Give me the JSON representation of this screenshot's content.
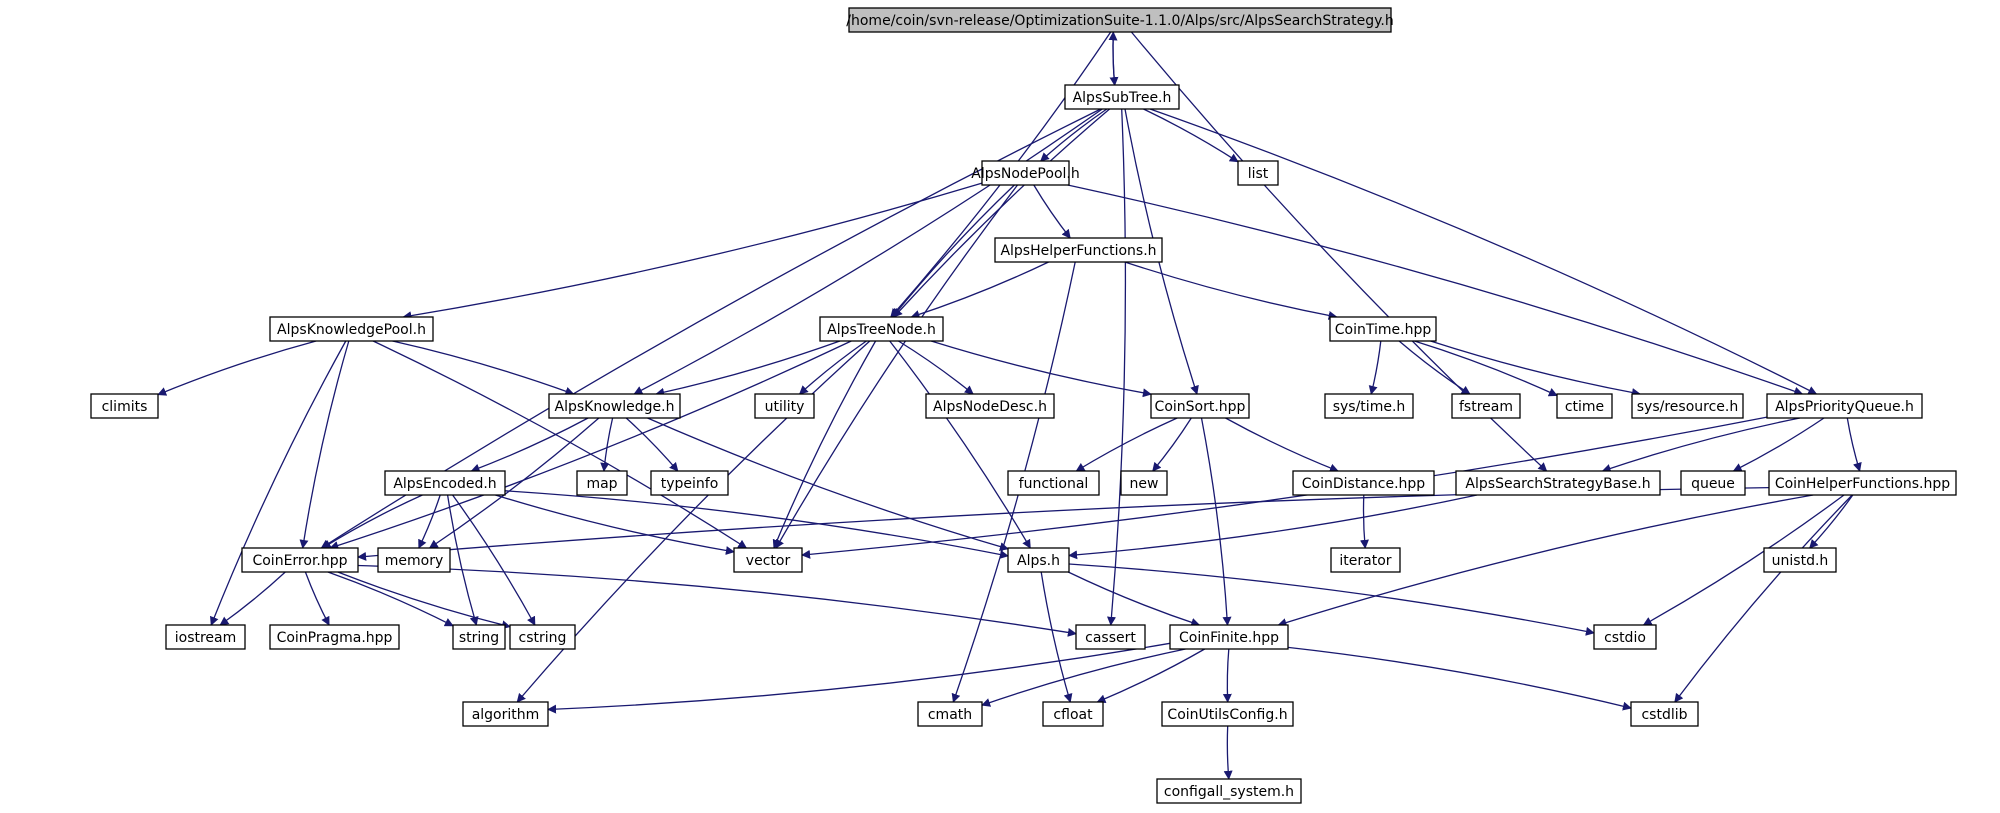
{
  "diagram": {
    "title": "",
    "colors": {
      "edge": "#191970",
      "root_fill": "#bfbfbf",
      "local_stroke": "#000000",
      "system_stroke": "#bfbfbf"
    },
    "nodes": [
      {
        "id": "root",
        "label": "/home/coin/svn-release/OptimizationSuite-1.1.0/Alps/src/AlpsSearchStrategy.h",
        "kind": "root"
      },
      {
        "id": "alpssubtree",
        "label": "AlpsSubTree.h",
        "kind": "local"
      },
      {
        "id": "alpsnodepool",
        "label": "AlpsNodePool.h",
        "kind": "local"
      },
      {
        "id": "list",
        "label": "list",
        "kind": "system"
      },
      {
        "id": "alpshelper",
        "label": "AlpsHelperFunctions.h",
        "kind": "local"
      },
      {
        "id": "alpsknowledgepool",
        "label": "AlpsKnowledgePool.h",
        "kind": "local"
      },
      {
        "id": "alpstreenode",
        "label": "AlpsTreeNode.h",
        "kind": "local"
      },
      {
        "id": "cointime",
        "label": "CoinTime.hpp",
        "kind": "local"
      },
      {
        "id": "climits",
        "label": "climits",
        "kind": "system"
      },
      {
        "id": "alpsknowledge",
        "label": "AlpsKnowledge.h",
        "kind": "local"
      },
      {
        "id": "utility",
        "label": "utility",
        "kind": "system"
      },
      {
        "id": "alpsnodedesc",
        "label": "AlpsNodeDesc.h",
        "kind": "local"
      },
      {
        "id": "coinsort",
        "label": "CoinSort.hpp",
        "kind": "local"
      },
      {
        "id": "systime",
        "label": "sys/time.h",
        "kind": "system"
      },
      {
        "id": "fstream",
        "label": "fstream",
        "kind": "system"
      },
      {
        "id": "ctime",
        "label": "ctime",
        "kind": "system"
      },
      {
        "id": "sysresource",
        "label": "sys/resource.h",
        "kind": "system"
      },
      {
        "id": "alpspq",
        "label": "AlpsPriorityQueue.h",
        "kind": "local"
      },
      {
        "id": "alpsencoded",
        "label": "AlpsEncoded.h",
        "kind": "local"
      },
      {
        "id": "map",
        "label": "map",
        "kind": "system"
      },
      {
        "id": "typeinfo",
        "label": "typeinfo",
        "kind": "system"
      },
      {
        "id": "functional",
        "label": "functional",
        "kind": "system"
      },
      {
        "id": "new",
        "label": "new",
        "kind": "system"
      },
      {
        "id": "coindistance",
        "label": "CoinDistance.hpp",
        "kind": "local"
      },
      {
        "id": "alpsssb",
        "label": "AlpsSearchStrategyBase.h",
        "kind": "local"
      },
      {
        "id": "queue",
        "label": "queue",
        "kind": "system"
      },
      {
        "id": "coinhelper",
        "label": "CoinHelperFunctions.hpp",
        "kind": "local"
      },
      {
        "id": "coinerror",
        "label": "CoinError.hpp",
        "kind": "local"
      },
      {
        "id": "memory",
        "label": "memory",
        "kind": "system"
      },
      {
        "id": "vector",
        "label": "vector",
        "kind": "system"
      },
      {
        "id": "iterator",
        "label": "iterator",
        "kind": "system"
      },
      {
        "id": "alpsh",
        "label": "Alps.h",
        "kind": "local"
      },
      {
        "id": "unistd",
        "label": "unistd.h",
        "kind": "system"
      },
      {
        "id": "iostream",
        "label": "iostream",
        "kind": "system"
      },
      {
        "id": "coinpragma",
        "label": "CoinPragma.hpp",
        "kind": "local"
      },
      {
        "id": "string",
        "label": "string",
        "kind": "system"
      },
      {
        "id": "cstring",
        "label": "cstring",
        "kind": "system"
      },
      {
        "id": "cassert",
        "label": "cassert",
        "kind": "system"
      },
      {
        "id": "coinfinite",
        "label": "CoinFinite.hpp",
        "kind": "local"
      },
      {
        "id": "cstdio",
        "label": "cstdio",
        "kind": "system"
      },
      {
        "id": "algorithm",
        "label": "algorithm",
        "kind": "system"
      },
      {
        "id": "cmath",
        "label": "cmath",
        "kind": "system"
      },
      {
        "id": "cfloat",
        "label": "cfloat",
        "kind": "system"
      },
      {
        "id": "coinutilsconfig",
        "label": "CoinUtilsConfig.h",
        "kind": "local"
      },
      {
        "id": "cstdlib",
        "label": "cstdlib",
        "kind": "system"
      },
      {
        "id": "configall",
        "label": "configall_system.h",
        "kind": "local"
      }
    ],
    "edges": [
      [
        "root",
        "alpssubtree"
      ],
      [
        "root",
        "alpstreenode"
      ],
      [
        "root",
        "alpsssb"
      ],
      [
        "alpssubtree",
        "root"
      ],
      [
        "alpssubtree",
        "alpsnodepool"
      ],
      [
        "alpssubtree",
        "list"
      ],
      [
        "alpssubtree",
        "alpstreenode"
      ],
      [
        "alpssubtree",
        "alpsknowledge"
      ],
      [
        "alpssubtree",
        "coinsort"
      ],
      [
        "alpssubtree",
        "alpspq"
      ],
      [
        "alpssubtree",
        "coinerror"
      ],
      [
        "alpssubtree",
        "cassert"
      ],
      [
        "alpsnodepool",
        "alpshelper"
      ],
      [
        "alpsnodepool",
        "alpsknowledgepool"
      ],
      [
        "alpsnodepool",
        "alpstreenode"
      ],
      [
        "alpsnodepool",
        "alpspq"
      ],
      [
        "alpsnodepool",
        "vector"
      ],
      [
        "alpshelper",
        "alpstreenode"
      ],
      [
        "alpshelper",
        "cointime"
      ],
      [
        "alpshelper",
        "cmath"
      ],
      [
        "alpsknowledgepool",
        "climits"
      ],
      [
        "alpsknowledgepool",
        "alpsknowledge"
      ],
      [
        "alpsknowledgepool",
        "coinerror"
      ],
      [
        "alpsknowledgepool",
        "vector"
      ],
      [
        "alpsknowledgepool",
        "iostream"
      ],
      [
        "alpstreenode",
        "alpsknowledge"
      ],
      [
        "alpstreenode",
        "utility"
      ],
      [
        "alpstreenode",
        "alpsnodedesc"
      ],
      [
        "alpstreenode",
        "coinsort"
      ],
      [
        "alpstreenode",
        "alpsh"
      ],
      [
        "alpstreenode",
        "vector"
      ],
      [
        "alpstreenode",
        "coinerror"
      ],
      [
        "alpstreenode",
        "algorithm"
      ],
      [
        "cointime",
        "systime"
      ],
      [
        "cointime",
        "fstream"
      ],
      [
        "cointime",
        "ctime"
      ],
      [
        "cointime",
        "sysresource"
      ],
      [
        "alpsknowledge",
        "alpsencoded"
      ],
      [
        "alpsknowledge",
        "map"
      ],
      [
        "alpsknowledge",
        "typeinfo"
      ],
      [
        "alpsknowledge",
        "alpsh"
      ],
      [
        "alpsknowledge",
        "memory"
      ],
      [
        "coinsort",
        "functional"
      ],
      [
        "coinsort",
        "new"
      ],
      [
        "coinsort",
        "coindistance"
      ],
      [
        "coinsort",
        "coinfinite"
      ],
      [
        "alpspq",
        "alpsssb"
      ],
      [
        "alpspq",
        "queue"
      ],
      [
        "alpspq",
        "coinhelper"
      ],
      [
        "alpspq",
        "vector"
      ],
      [
        "alpsencoded",
        "coinerror"
      ],
      [
        "alpsencoded",
        "memory"
      ],
      [
        "alpsencoded",
        "vector"
      ],
      [
        "alpsencoded",
        "alpsh"
      ],
      [
        "alpsencoded",
        "string"
      ],
      [
        "alpsencoded",
        "cstring"
      ],
      [
        "coindistance",
        "iterator"
      ],
      [
        "alpsssb",
        "alpsh"
      ],
      [
        "coinhelper",
        "coinerror"
      ],
      [
        "coinhelper",
        "unistd"
      ],
      [
        "coinhelper",
        "coinfinite"
      ],
      [
        "coinhelper",
        "cstdio"
      ],
      [
        "coinhelper",
        "cstdlib"
      ],
      [
        "coinerror",
        "iostream"
      ],
      [
        "coinerror",
        "coinpragma"
      ],
      [
        "coinerror",
        "string"
      ],
      [
        "coinerror",
        "cstring"
      ],
      [
        "coinerror",
        "cassert"
      ],
      [
        "alpsh",
        "coinfinite"
      ],
      [
        "alpsh",
        "cstdio"
      ],
      [
        "alpsh",
        "cfloat"
      ],
      [
        "coinfinite",
        "algorithm"
      ],
      [
        "coinfinite",
        "cmath"
      ],
      [
        "coinfinite",
        "cfloat"
      ],
      [
        "coinfinite",
        "coinutilsconfig"
      ],
      [
        "coinfinite",
        "cstdlib"
      ],
      [
        "coinutilsconfig",
        "configall"
      ]
    ]
  }
}
